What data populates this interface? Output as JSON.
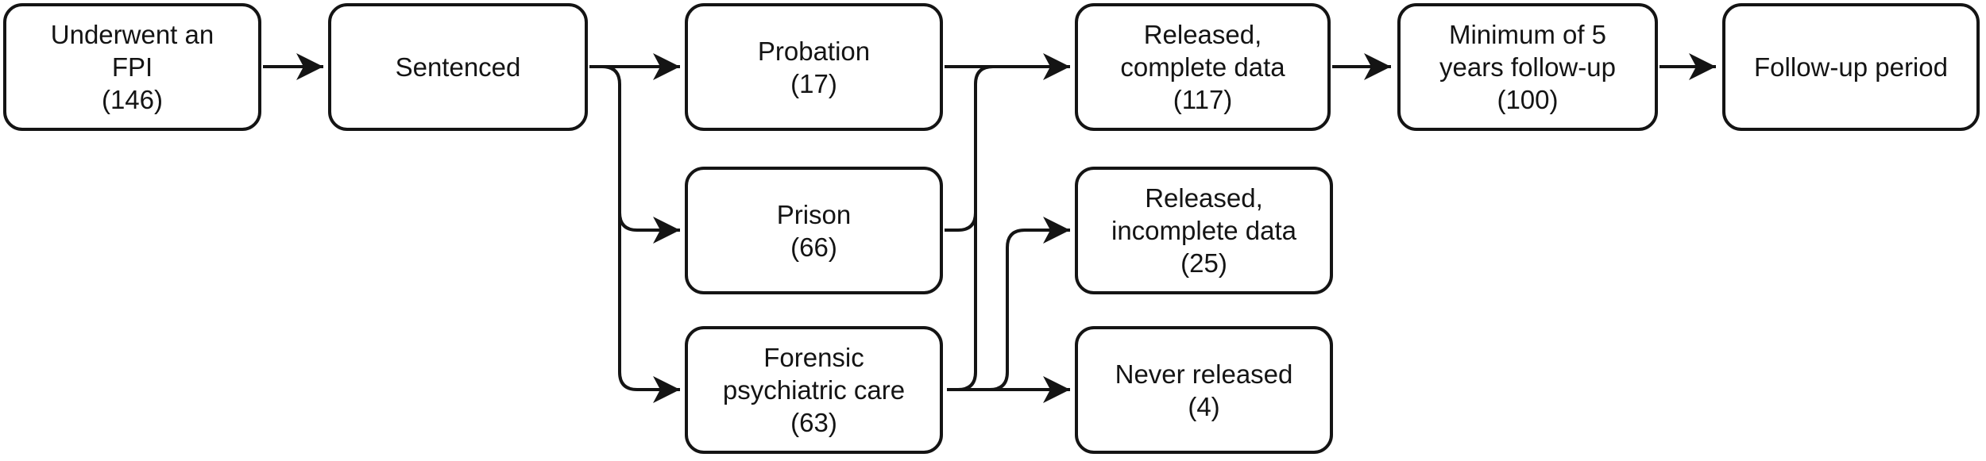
{
  "figure": {
    "type": "flowchart",
    "background_color": "#ffffff",
    "stroke_color": "#141414",
    "nodes": [
      {
        "id": "fpi",
        "label": "Underwent an FPI",
        "count": "146",
        "lines": [
          "Underwent an",
          "FPI",
          "(146)"
        ]
      },
      {
        "id": "sentenced",
        "label": "Sentenced",
        "count": "",
        "lines": [
          "Sentenced"
        ]
      },
      {
        "id": "probation",
        "label": "Probation",
        "count": "17",
        "lines": [
          "Probation",
          "(17)"
        ]
      },
      {
        "id": "prison",
        "label": "Prison",
        "count": "66",
        "lines": [
          "Prison",
          "(66)"
        ]
      },
      {
        "id": "forensic",
        "label": "Forensic psychiatric care",
        "count": "63",
        "lines": [
          "Forensic",
          "psychiatric care",
          "(63)"
        ]
      },
      {
        "id": "released-complete",
        "label": "Released, complete data",
        "count": "117",
        "lines": [
          "Released,",
          "complete data",
          "(117)"
        ]
      },
      {
        "id": "released-incomplete",
        "label": "Released, incomplete data",
        "count": "25",
        "lines": [
          "Released,",
          "incomplete data",
          "(25)"
        ]
      },
      {
        "id": "never-released",
        "label": "Never released",
        "count": "4",
        "lines": [
          "Never released",
          "(4)"
        ]
      },
      {
        "id": "min-followup",
        "label": "Minimum of 5 years follow-up",
        "count": "100",
        "lines": [
          "Minimum of 5",
          "years follow-up",
          "(100)"
        ]
      },
      {
        "id": "followup-period",
        "label": "Follow-up period",
        "count": "",
        "lines": [
          "Follow-up period"
        ]
      }
    ],
    "edges": [
      {
        "from": "fpi",
        "to": "sentenced"
      },
      {
        "from": "sentenced",
        "to": "probation"
      },
      {
        "from": "sentenced",
        "to": "prison"
      },
      {
        "from": "sentenced",
        "to": "forensic"
      },
      {
        "from": "probation",
        "to": "released-complete"
      },
      {
        "from": "prison",
        "to": "released-complete"
      },
      {
        "from": "forensic",
        "to": "released-complete"
      },
      {
        "from": "forensic",
        "to": "released-incomplete"
      },
      {
        "from": "forensic",
        "to": "never-released"
      },
      {
        "from": "released-complete",
        "to": "min-followup"
      },
      {
        "from": "min-followup",
        "to": "followup-period"
      }
    ]
  }
}
